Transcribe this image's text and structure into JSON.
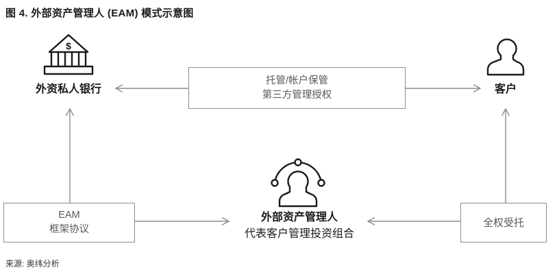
{
  "title": "图 4. 外部资产管理人 (EAM) 模式示意图",
  "nodes": {
    "bank": {
      "label": "外资私人银行",
      "icon": "bank-icon"
    },
    "client": {
      "label": "客户",
      "icon": "person-icon"
    },
    "eam": {
      "label": "外部资产管理人",
      "sublabel": "代表客户管理投资组合",
      "icon": "person-network-icon"
    }
  },
  "boxes": {
    "custody": {
      "line1": "托管/帐户保管",
      "line2": "第三方管理授权"
    },
    "eam_agreement": {
      "line1": "EAM",
      "line2": "框架协议"
    },
    "mandate": {
      "label": "全权受托"
    }
  },
  "edges": [
    {
      "from": "custody-box",
      "to": "bank",
      "direction": "left"
    },
    {
      "from": "custody-box",
      "to": "client",
      "direction": "right"
    },
    {
      "from": "eam-agreement-box",
      "to": "bank",
      "direction": "up"
    },
    {
      "from": "mandate-box",
      "to": "client",
      "direction": "up"
    },
    {
      "from": "eam-agreement-box",
      "to": "eam",
      "direction": "right"
    },
    {
      "from": "mandate-box",
      "to": "eam",
      "direction": "left"
    }
  ],
  "bank_icon_symbol": "$",
  "source": "来源: 奥纬分析",
  "colors": {
    "line_gray": "#8c8c8c",
    "box_text_gray": "#595959",
    "icon_black": "#1a1a1a",
    "background": "#ffffff"
  }
}
